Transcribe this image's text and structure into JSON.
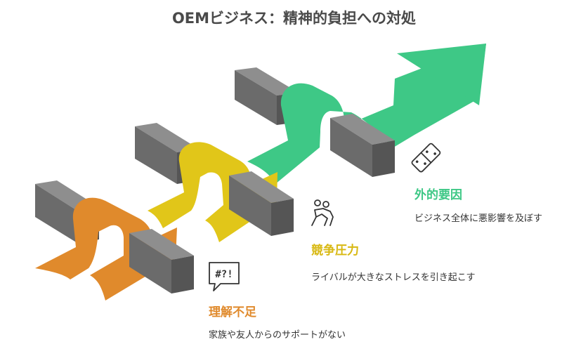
{
  "title": "OEMビジネス：精神的負担への対処",
  "colors": {
    "orange": "#e08a2c",
    "yellow": "#e1c619",
    "green": "#3ec886",
    "block_front": "#6b6b6b",
    "block_top": "#8e8e8e",
    "title_text": "#4a4a4a"
  },
  "items": [
    {
      "title": "外的要因",
      "description": "ビジネス全体に悪影響を及ぼす",
      "icon": "dice-icon",
      "color": "#3ec886"
    },
    {
      "title": "競争圧力",
      "description": "ライバルが大きなストレスを引き起こす",
      "icon": "wrestling-icon",
      "color": "#d8b811"
    },
    {
      "title": "理解不足",
      "description": "家族や友人からのサポートがない",
      "icon": "confused-speech-icon",
      "icon_text": "#?!",
      "color": "#e08a2c"
    }
  ]
}
